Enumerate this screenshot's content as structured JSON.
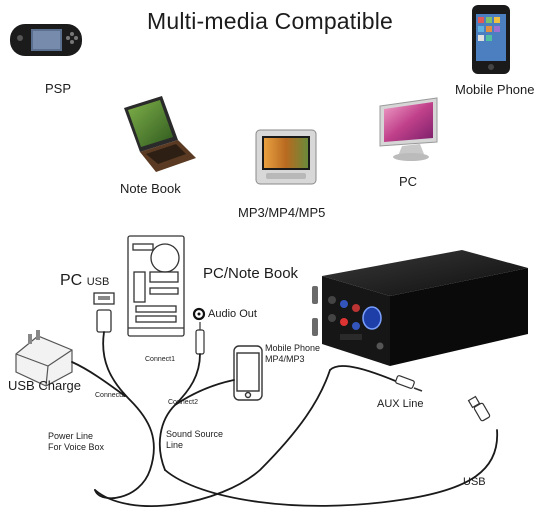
{
  "title": "Multi-media Compatible",
  "devices": {
    "psp": "PSP",
    "mobile_phone": "Mobile Phone",
    "note_book": "Note Book",
    "mp_player": "MP3/MP4/MP5",
    "pc": "PC"
  },
  "connections": {
    "pc_usb_main": "PC",
    "pc_usb_sub": "USB",
    "pc_note_book": "PC/Note Book",
    "audio_out": "Audio Out",
    "mobile_phone": "Mobile Phone",
    "mobile_formats": "MP4/MP3",
    "usb_charge": "USB Charge",
    "connect1": "Connect1",
    "connect2_left": "Connect2",
    "connect2_right": "Connect2",
    "power_line_1": "Power Line",
    "power_line_2": "For Voice Box",
    "sound_source_1": "Sound Source",
    "sound_source_2": "Line",
    "aux_line": "AUX Line",
    "usb": "USB"
  }
}
